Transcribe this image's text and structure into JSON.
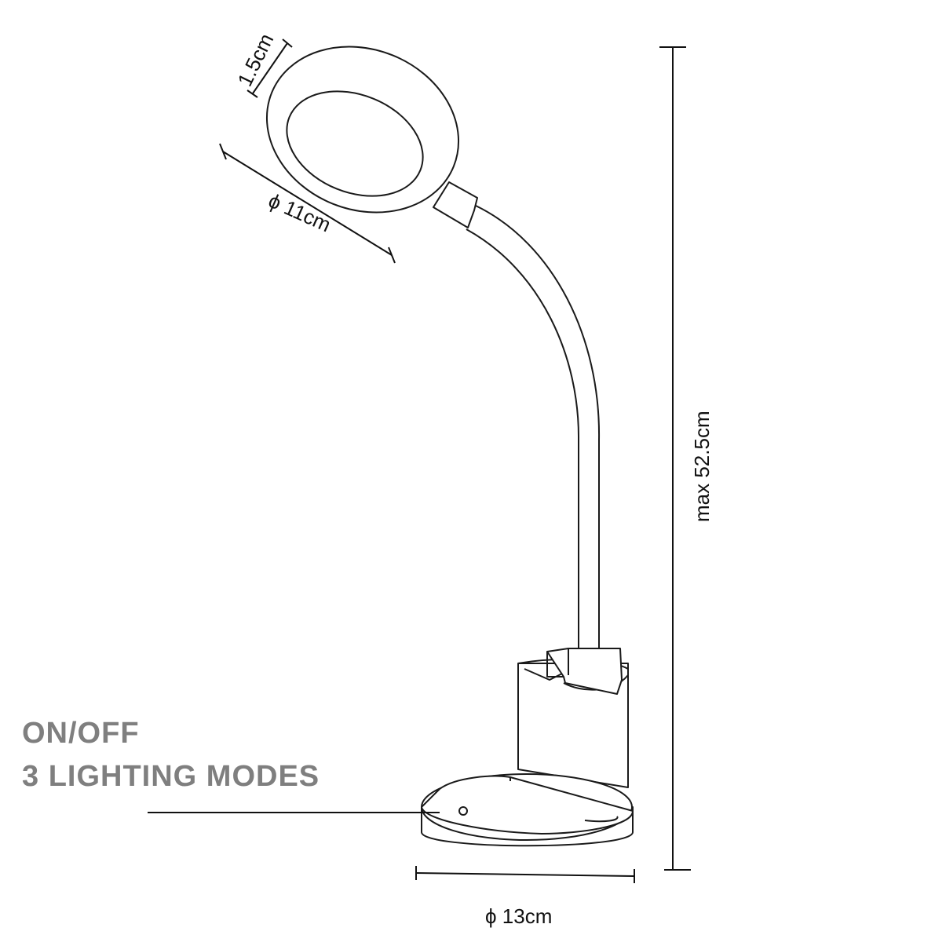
{
  "labels": {
    "feature_line1": "ON/OFF",
    "feature_line2": "3 LIGHTING MODES"
  },
  "dimensions": {
    "head_thickness": "1.5cm",
    "head_diameter": "ϕ 11cm",
    "base_diameter": "ϕ 13cm",
    "max_height": "max  52.5cm"
  }
}
